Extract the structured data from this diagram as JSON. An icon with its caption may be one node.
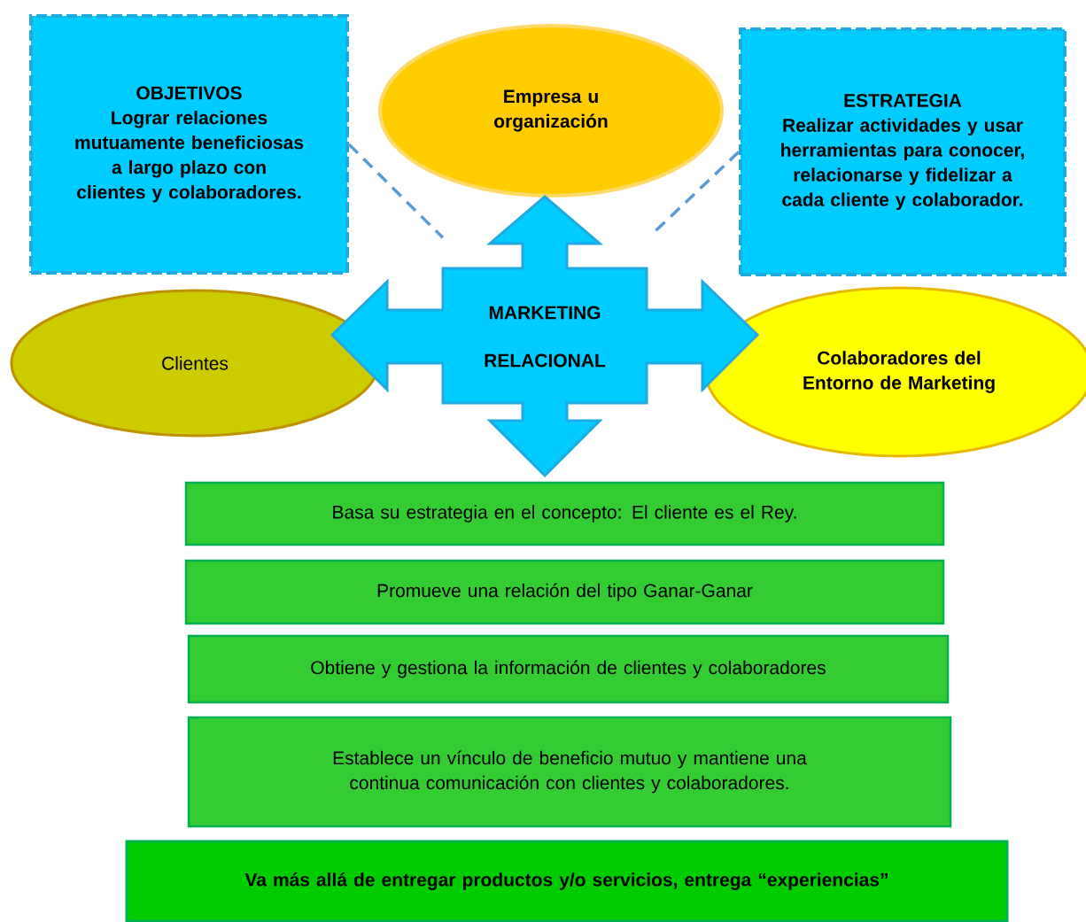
{
  "diagram": {
    "nodes": [
      {
        "text": [
          "OBJETIVOS",
          "Lograr relaciones mutuamente beneficiosas a largo plazo con clientes y colaboradores."
        ]
      },
      {
        "text": [
          "Empresa u organización"
        ]
      },
      {
        "text": [
          "ESTRATEGIA",
          "Realizar actividades y usar herramientas para conocer, relacionarse y fidelizar a cada cliente y colaborador."
        ]
      },
      {
        "text": [
          "Clientes"
        ]
      },
      {
        "text": [
          "MARKETING",
          "RELACIONAL"
        ]
      },
      {
        "text": [
          "Colaboradores del Entorno de Marketing"
        ]
      },
      {
        "text": [
          "Basa su estrategia en el concepto: El cliente es el Rey."
        ]
      },
      {
        "text": [
          "Promueve una relación del tipo Ganar-Ganar"
        ]
      },
      {
        "text": [
          "Obtiene y gestiona la información de clientes y colaboradores"
        ]
      },
      {
        "text": [
          "Establece un vínculo de beneficio mutuo y mantiene una continua comunicación con clientes y colaboradores."
        ]
      },
      {
        "text": [
          "Va más allá de entregar productos y/o servicios, entrega “experiencias”"
        ]
      }
    ],
    "edges": [
      {
        "from": 0,
        "to": 4,
        "arrow": "none",
        "style": "dashed"
      },
      {
        "from": 2,
        "to": 4,
        "arrow": "none",
        "style": "dashed"
      }
    ]
  }
}
